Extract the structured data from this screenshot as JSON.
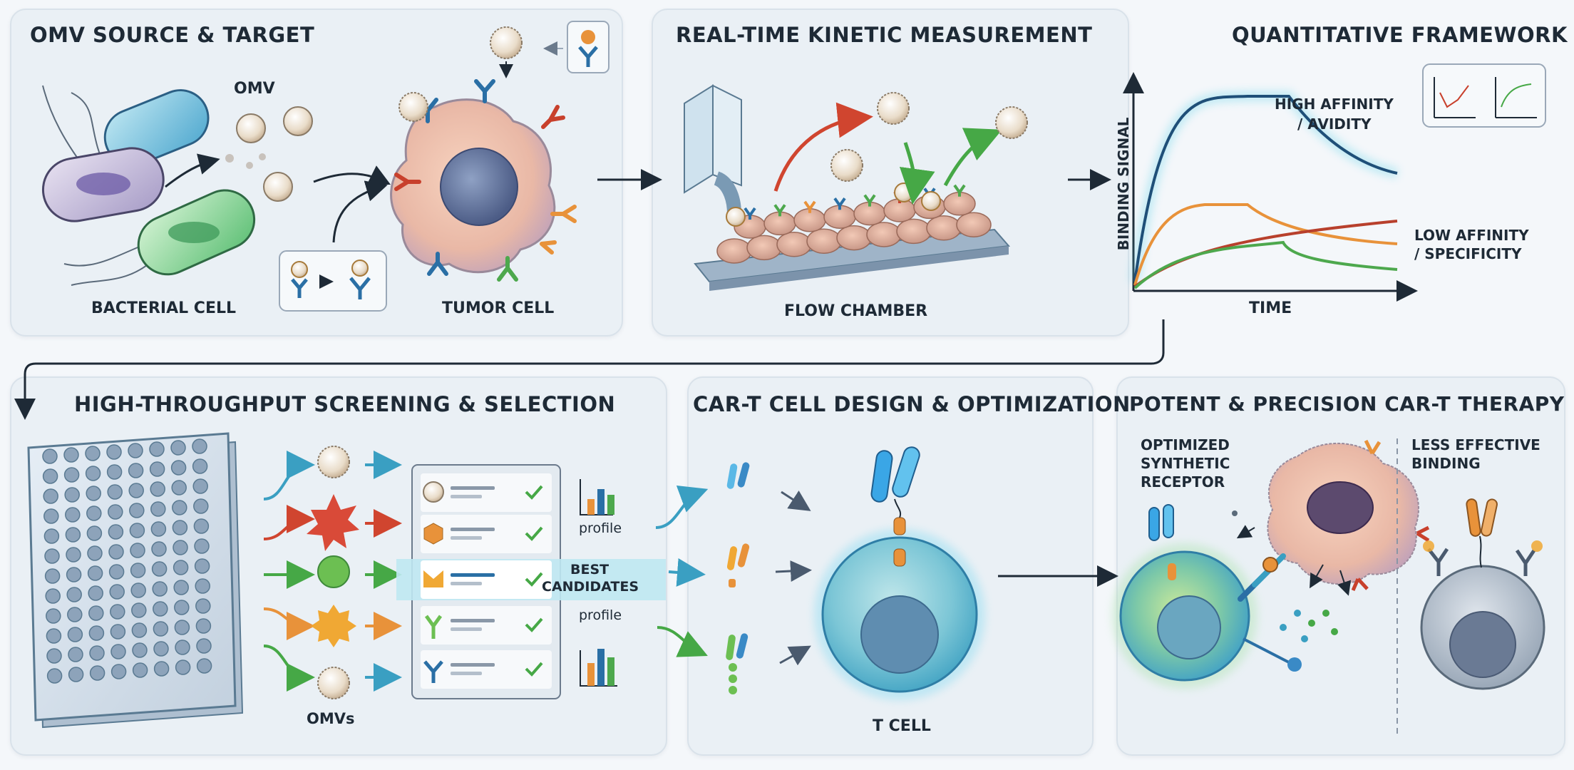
{
  "panels": {
    "p1": {
      "title": "OMV SOURCE & TARGET",
      "omv": "OMV",
      "bacterial": "BACTERIAL CELL",
      "tumor": "TUMOR CELL"
    },
    "p2": {
      "title": "REAL-TIME KINETIC MEASUREMENT",
      "chamber": "FLOW CHAMBER"
    },
    "p3": {
      "title": "QUANTITATIVE FRAMEWORK",
      "ylabel": "BINDING SIGNAL",
      "xlabel": "TIME",
      "high1": "HIGH AFFINITY",
      "high2": "/ AVIDITY",
      "low1": "LOW AFFINITY",
      "low2": "/ SPECIFICITY"
    },
    "p4": {
      "title": "HIGH-THROUGHPUT SCREENING & SELECTION",
      "omvs": "OMVs",
      "profile1": "profile",
      "profile2": "profile",
      "best1": "BEST",
      "best2": "CANDIDATES"
    },
    "p5": {
      "title": "CAR-T CELL DESIGN & OPTIMIZATION",
      "tcell": "T CELL"
    },
    "p6": {
      "title": "POTENT & PRECISION CAR-T THERAPY",
      "opt1": "OPTIMIZED",
      "opt2": "SYNTHETIC",
      "opt3": "RECEPTOR",
      "less1": "LESS EFFECTIVE",
      "less2": "BINDING"
    }
  },
  "colors": {
    "dark": "#1e2a36",
    "panel": "#eaf0f5",
    "blue": "#2a6fa5",
    "teal": "#3a9fc2",
    "orange": "#e8923a",
    "red": "#c8402c",
    "green": "#4da84d",
    "cyan_highlight": "#bfe8f2"
  }
}
